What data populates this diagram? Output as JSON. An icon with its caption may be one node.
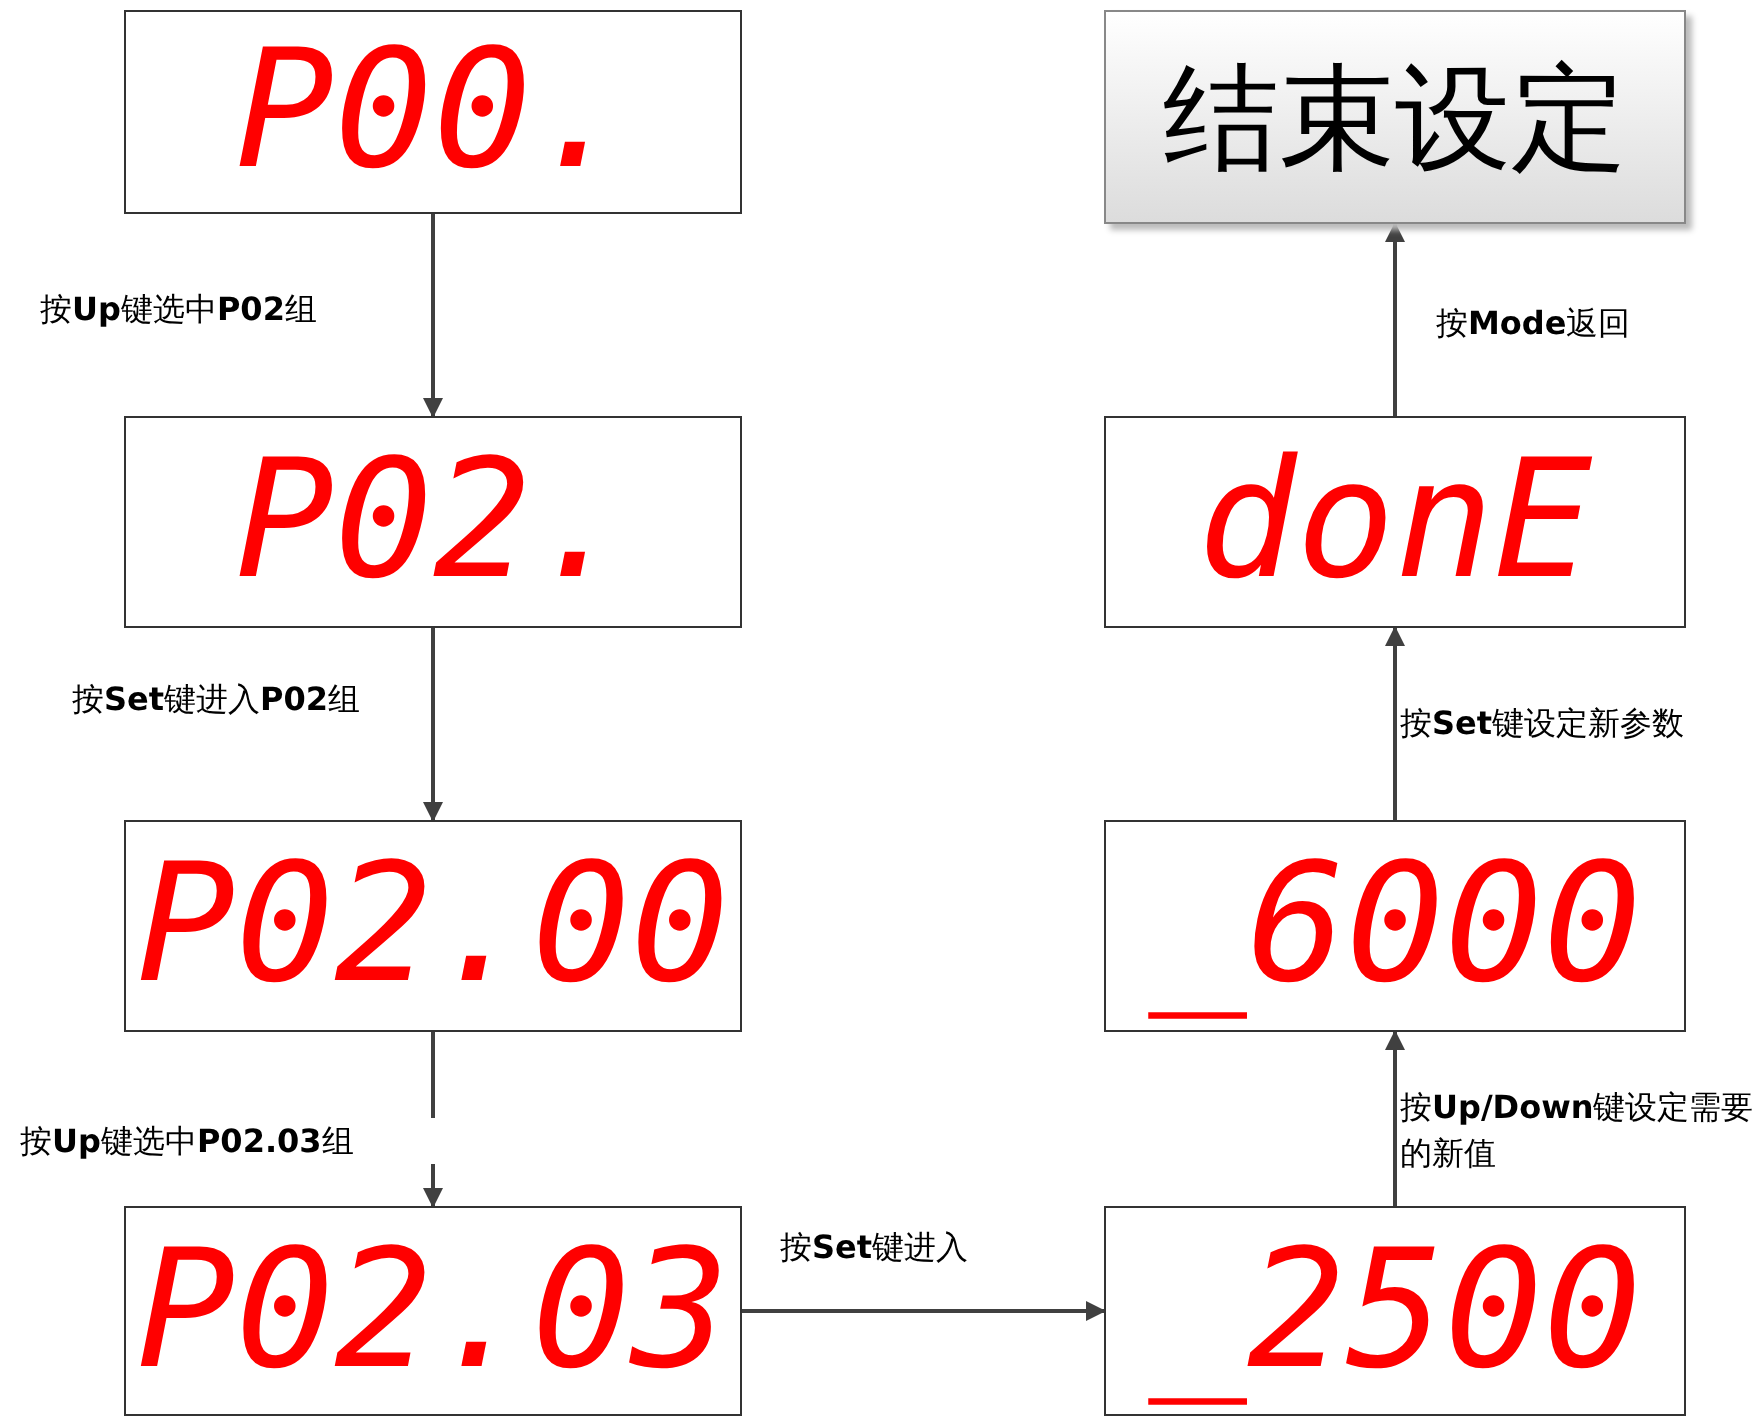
{
  "diagram": {
    "nodes": [
      {
        "text": [
          "P00."
        ]
      },
      {
        "text": [
          "P02."
        ]
      },
      {
        "text": [
          "P02.00"
        ]
      },
      {
        "text": [
          "P02.03"
        ]
      },
      {
        "text": [
          "_2500"
        ]
      },
      {
        "text": [
          "_6000"
        ]
      },
      {
        "text": [
          "donE"
        ]
      },
      {
        "text": [
          "结束设定"
        ]
      }
    ],
    "edges": [
      {
        "from": 0,
        "to": 1,
        "arrow": "to",
        "label": "按**Up**键选中**P02**组"
      },
      {
        "from": 1,
        "to": 2,
        "arrow": "to",
        "label": "按**Set**键进入**P02**组"
      },
      {
        "from": 2,
        "to": 3,
        "arrow": "to",
        "label": "按**Up**键选中**P02.03**组"
      },
      {
        "from": 3,
        "to": 4,
        "arrow": "to",
        "label": "按**Set**键进入"
      },
      {
        "from": 4,
        "to": 5,
        "arrow": "to",
        "label": "按**Up/Down**键设定需要的新值"
      },
      {
        "from": 5,
        "to": 6,
        "arrow": "to",
        "label": "按**Set**键设定新参数"
      },
      {
        "from": 6,
        "to": 7,
        "arrow": "to",
        "label": "按**Mode**返回"
      }
    ]
  }
}
